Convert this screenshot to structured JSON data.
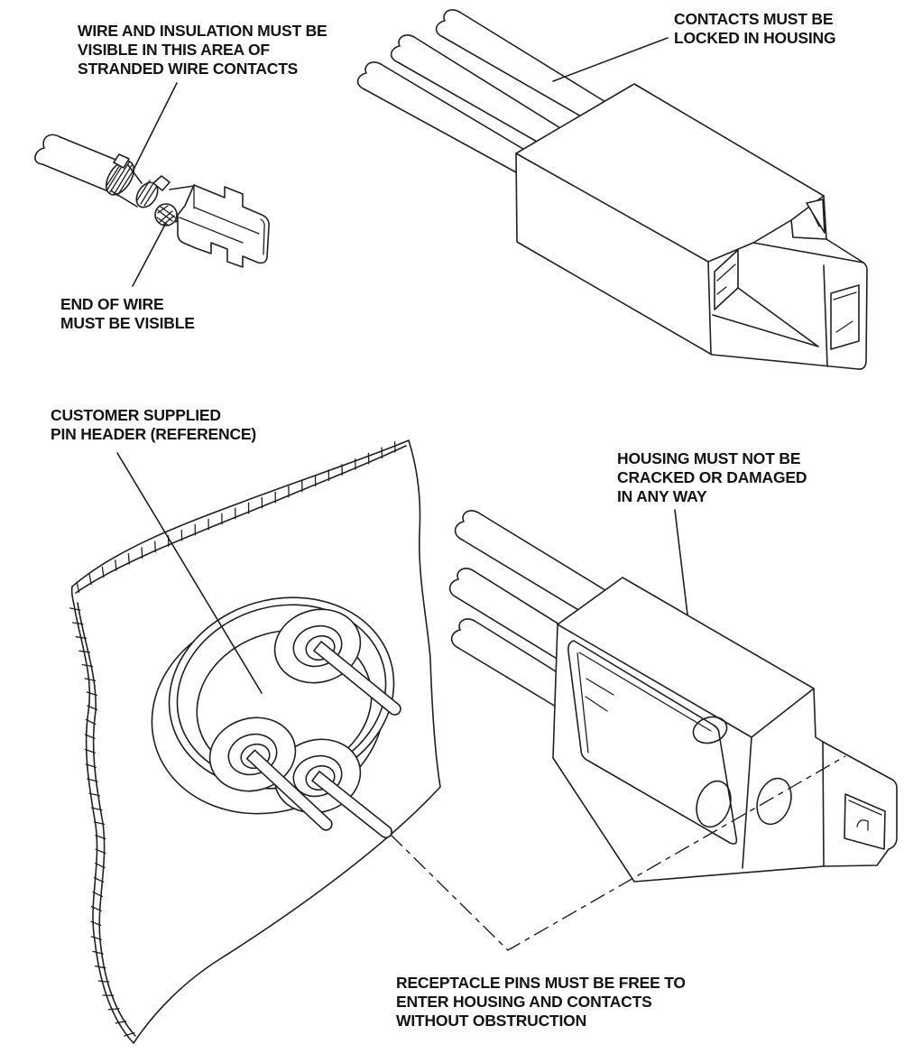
{
  "colors": {
    "background": "#ffffff",
    "line": "#231f20",
    "text": "#141414"
  },
  "annotations": {
    "wire_insulation_visible": {
      "lines": [
        "WIRE AND INSULATION MUST BE",
        "VISIBLE IN THIS AREA OF",
        "STRANDED WIRE CONTACTS"
      ]
    },
    "contacts_locked": {
      "lines": [
        "CONTACTS MUST BE",
        "LOCKED IN HOUSING"
      ]
    },
    "end_of_wire": {
      "lines": [
        "END OF WIRE",
        "MUST BE VISIBLE"
      ]
    },
    "customer_pin_header": {
      "lines": [
        "CUSTOMER SUPPLIED",
        "PIN HEADER (REFERENCE)"
      ]
    },
    "housing_not_cracked": {
      "lines": [
        "HOUSING MUST NOT BE",
        "CRACKED OR DAMAGED",
        "IN ANY WAY"
      ]
    },
    "receptacle_pins_free": {
      "lines": [
        "RECEPTACLE PINS MUST BE FREE TO",
        "ENTER HOUSING AND CONTACTS",
        "WITHOUT OBSTRUCTION"
      ]
    }
  }
}
